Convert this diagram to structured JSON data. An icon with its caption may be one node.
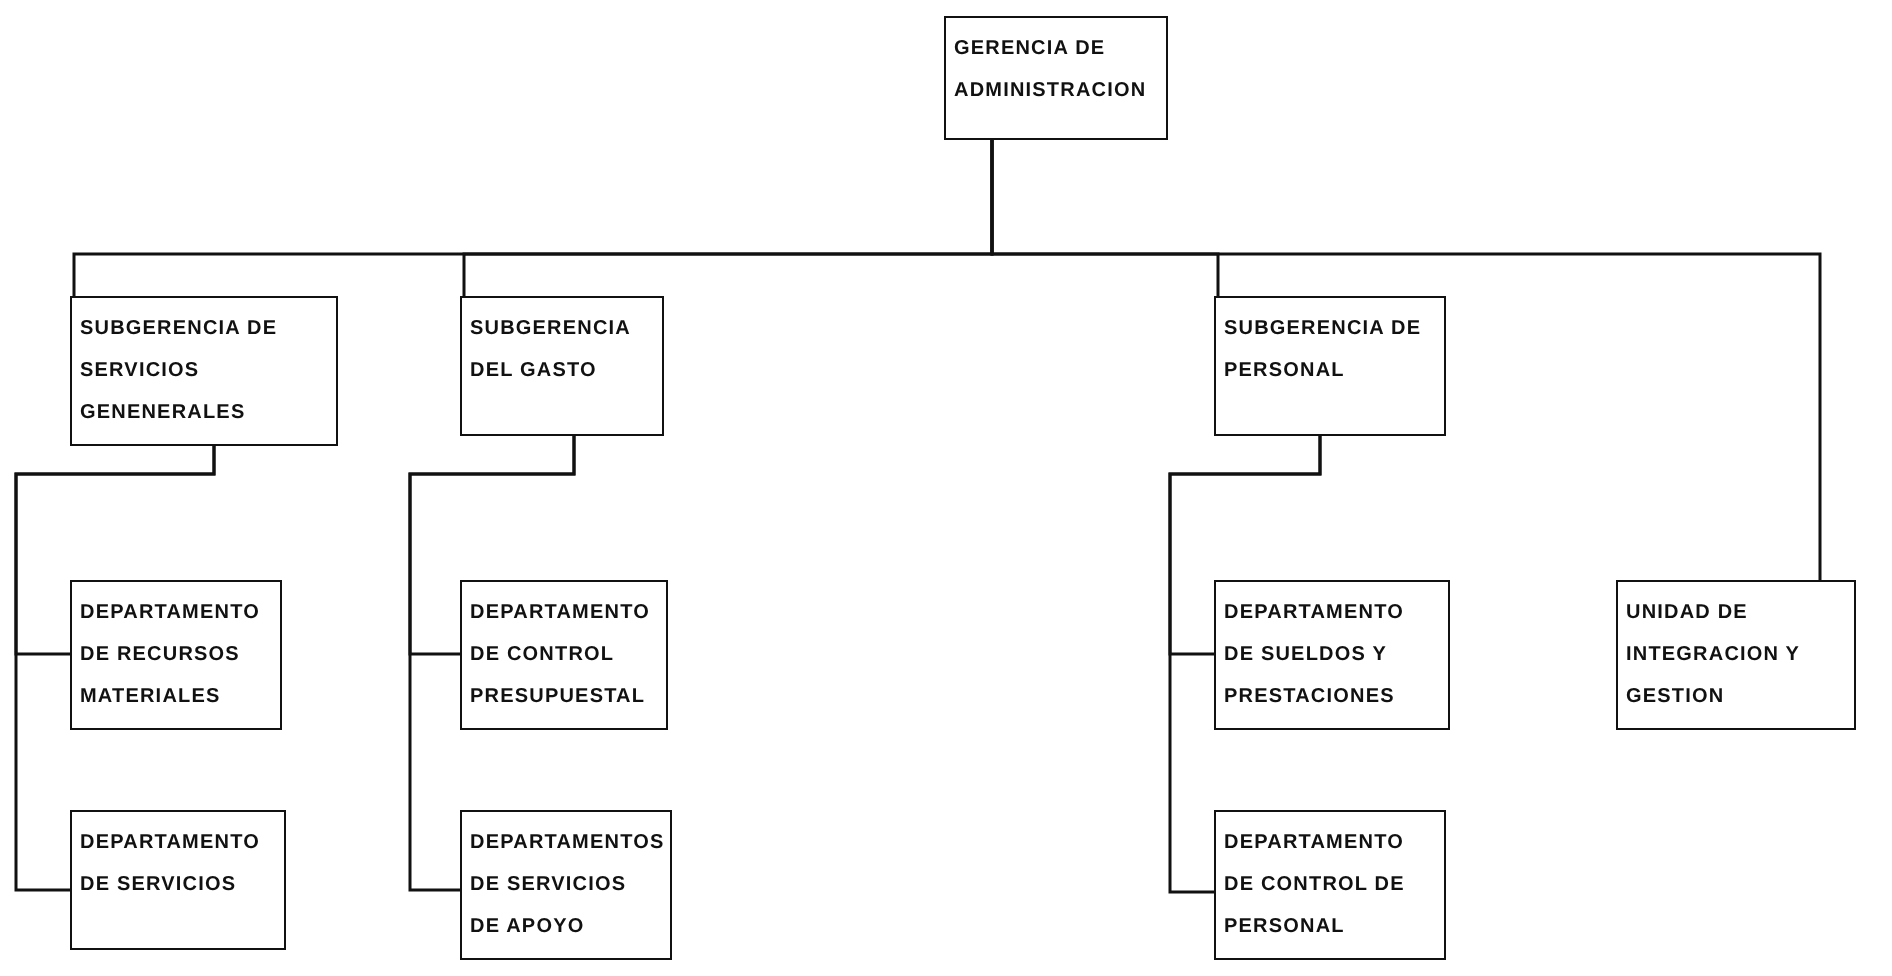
{
  "diagram": {
    "nodes": [
      {
        "text": [
          "GERENCIA DE ADMINISTRACION"
        ]
      },
      {
        "text": [
          "SUBGERENCIA DE SERVICIOS GENENERALES"
        ]
      },
      {
        "text": [
          "SUBGERENCIA DEL GASTO"
        ]
      },
      {
        "text": [
          "SUBGERENCIA DE PERSONAL"
        ]
      },
      {
        "text": [
          "UNIDAD DE INTEGRACION Y GESTION"
        ]
      },
      {
        "text": [
          "DEPARTAMENTO DE RECURSOS MATERIALES"
        ]
      },
      {
        "text": [
          "DEPARTAMENTO DE SERVICIOS"
        ]
      },
      {
        "text": [
          "DEPARTAMENTO DE CONTROL PRESUPUESTAL"
        ]
      },
      {
        "text": [
          "DEPARTAMENTOS DE SERVICIOS DE APOYO"
        ]
      },
      {
        "text": [
          "DEPARTAMENTO DE SUELDOS Y PRESTACIONES"
        ]
      },
      {
        "text": [
          "DEPARTAMENTO DE CONTROL DE PERSONAL"
        ]
      }
    ],
    "edges": [
      {
        "from": 0,
        "to": 1,
        "arrow": "none"
      },
      {
        "from": 0,
        "to": 2,
        "arrow": "none"
      },
      {
        "from": 0,
        "to": 3,
        "arrow": "none"
      },
      {
        "from": 0,
        "to": 4,
        "arrow": "none"
      },
      {
        "from": 1,
        "to": 5,
        "arrow": "none"
      },
      {
        "from": 1,
        "to": 6,
        "arrow": "none"
      },
      {
        "from": 2,
        "to": 7,
        "arrow": "none"
      },
      {
        "from": 2,
        "to": 8,
        "arrow": "none"
      },
      {
        "from": 3,
        "to": 9,
        "arrow": "none"
      },
      {
        "from": 3,
        "to": 10,
        "arrow": "none"
      }
    ]
  }
}
